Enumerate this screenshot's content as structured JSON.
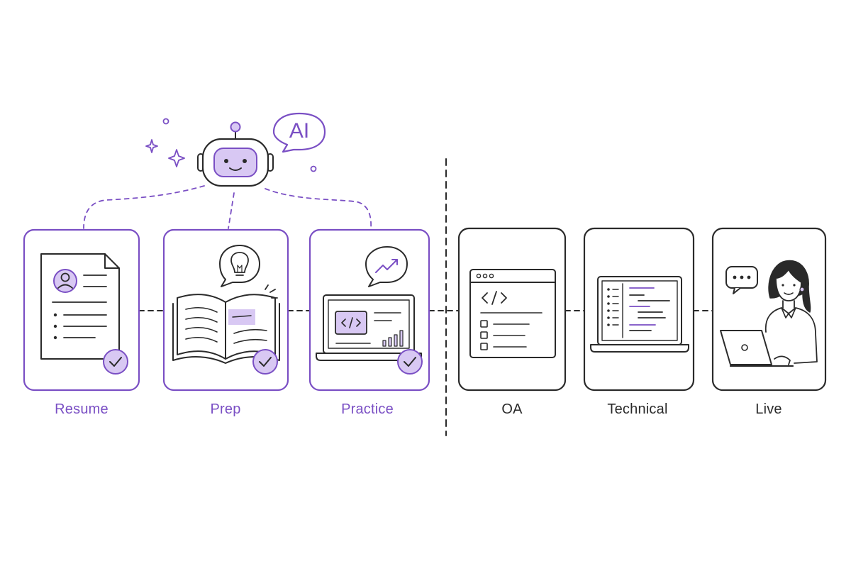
{
  "bot": {
    "speech": "AI"
  },
  "colors": {
    "accent": "#7a4fc4",
    "accent_fill": "#d8c8f3",
    "ink": "#2a2a2a"
  },
  "ai_stages": [
    {
      "label": "Resume",
      "icon": "resume-document-icon"
    },
    {
      "label": "Prep",
      "icon": "open-book-lightbulb-icon"
    },
    {
      "label": "Practice",
      "icon": "laptop-code-chart-icon"
    }
  ],
  "human_stages": [
    {
      "label": "OA",
      "icon": "browser-code-checklist-icon"
    },
    {
      "label": "Technical",
      "icon": "laptop-code-editor-icon"
    },
    {
      "label": "Live",
      "icon": "person-laptop-chat-icon"
    }
  ]
}
